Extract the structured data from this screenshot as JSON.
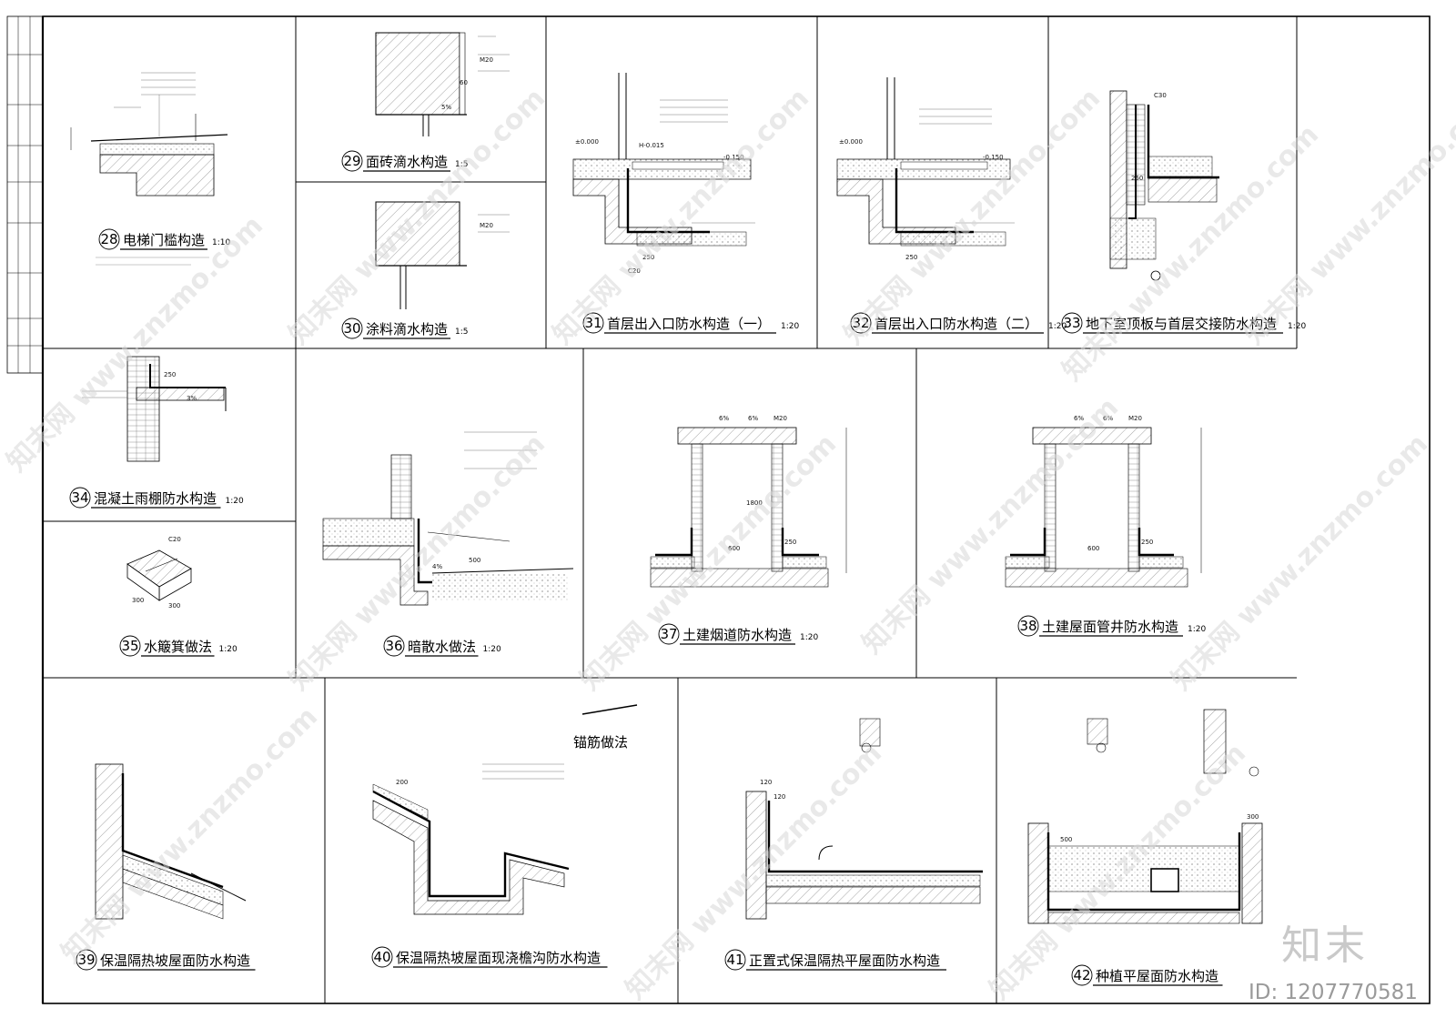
{
  "details": [
    {
      "num": "28",
      "title": "电梯门槛构造",
      "scale": "1:10"
    },
    {
      "num": "29",
      "title": "面砖滴水构造",
      "scale": "1:5"
    },
    {
      "num": "30",
      "title": "涂料滴水构造",
      "scale": "1:5"
    },
    {
      "num": "31",
      "title": "首层出入口防水构造（一）",
      "scale": "1:20"
    },
    {
      "num": "32",
      "title": "首层出入口防水构造（二）",
      "scale": "1:20"
    },
    {
      "num": "33",
      "title": "地下室顶板与首层交接防水构造",
      "scale": "1:20"
    },
    {
      "num": "34",
      "title": "混凝土雨棚防水构造",
      "scale": "1:20"
    },
    {
      "num": "35",
      "title": "水簸箕做法",
      "scale": "1:20"
    },
    {
      "num": "36",
      "title": "暗散水做法",
      "scale": "1:20"
    },
    {
      "num": "37",
      "title": "土建烟道防水构造",
      "scale": "1:20"
    },
    {
      "num": "38",
      "title": "土建屋面管井防水构造",
      "scale": "1:20"
    },
    {
      "num": "39",
      "title": "保温隔热坡屋面防水构造",
      "scale": ""
    },
    {
      "num": "40",
      "title": "保温隔热坡屋面现浇檐沟防水构造",
      "scale": ""
    },
    {
      "num": "41",
      "title": "正置式保温隔热平屋面防水构造",
      "scale": ""
    },
    {
      "num": "42",
      "title": "种植平屋面防水构造",
      "scale": ""
    }
  ],
  "sub_labels": {
    "anchor": "锚筋做法"
  },
  "dims": {
    "d250": "250",
    "d500": "500",
    "d600": "600",
    "d1800": "1800",
    "d300": "300",
    "d60": "60",
    "d120": "120",
    "d200": "200",
    "elev_0": "±0.000",
    "elev_m015": "-0.150",
    "elev_h015": "H-0.015",
    "mortar": "M20",
    "c20": "C20",
    "c30": "C30",
    "slope3": "3%",
    "slope4": "4%",
    "slope6": "6%",
    "slope5": "5%"
  },
  "watermark": "知末网 www.znzmo.com",
  "brand": {
    "logo": "知末",
    "id": "ID: 1207770581"
  },
  "colors": {
    "line": "#000000",
    "hatch": "#555555",
    "membrane": "#111111",
    "watermark": "#d8d8d8"
  }
}
